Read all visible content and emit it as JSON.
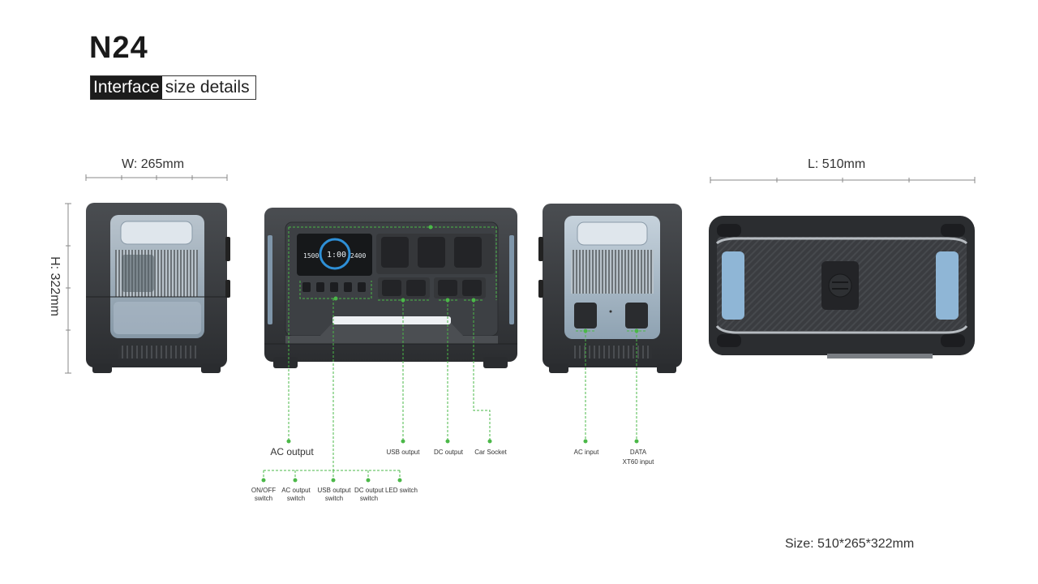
{
  "header": {
    "model": "N24",
    "subtitle_highlight": "Interface",
    "subtitle_rest": "size details"
  },
  "dimensions": {
    "width_label": "W: 265mm",
    "height_label": "H: 322mm",
    "length_label": "L: 510mm",
    "size_label": "Size: 510*265*322mm"
  },
  "front_panel": {
    "display_left": "1500",
    "display_center": "1:00",
    "display_right": "2400"
  },
  "callouts": {
    "ac_output": "AC output",
    "usb_output": "USB output",
    "dc_output": "DC output",
    "car_socket": "Car Socket",
    "onoff_switch": [
      "ON/OFF",
      "switch"
    ],
    "ac_output_switch": [
      "AC output",
      "switch"
    ],
    "usb_output_switch": [
      "USB output",
      "switch"
    ],
    "dc_output_switch": [
      "DC output",
      "switch"
    ],
    "led_switch": "LED switch",
    "ac_input": "AC input",
    "data_input": [
      "DATA",
      "XT60 input"
    ]
  },
  "colors": {
    "callout_green": "#4bb848",
    "body_dark": "#2e3033",
    "body_grey": "#55585c",
    "window_blue": "#9fb2c2"
  }
}
